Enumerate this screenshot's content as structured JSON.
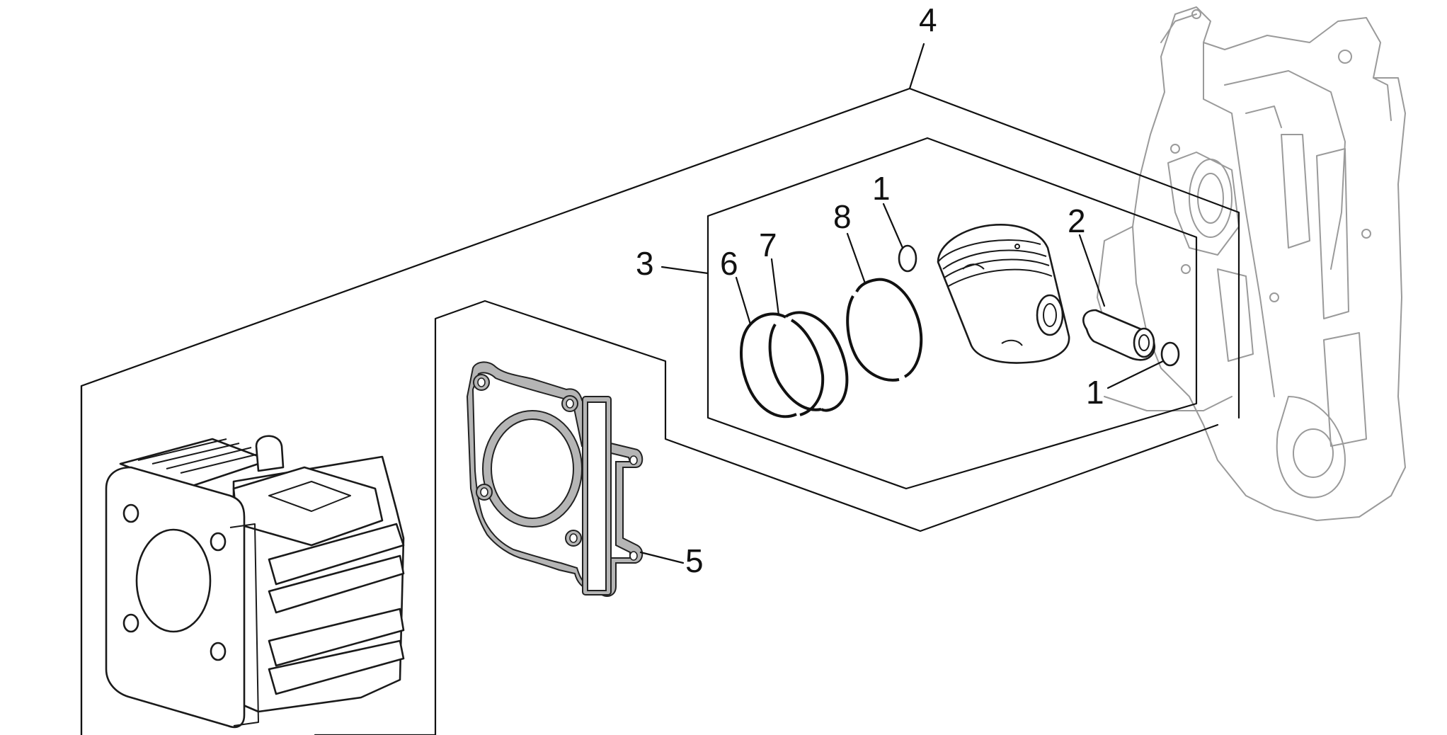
{
  "diagram": {
    "colors": {
      "line": "#111111",
      "ghost": "#9a9a9a",
      "gasket": "#b5b5b5",
      "background": "#ffffff"
    },
    "callouts": {
      "c1_top": "1",
      "c1_bottom": "1",
      "c2": "2",
      "c3": "3",
      "c4": "4",
      "c5": "5",
      "c6": "6",
      "c7": "7",
      "c8": "8"
    }
  }
}
